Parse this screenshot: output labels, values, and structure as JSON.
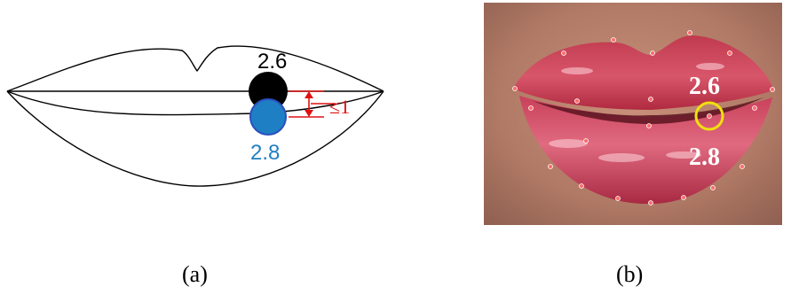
{
  "panel_a": {
    "caption": "(a)",
    "upper_point_label": "2.6",
    "lower_point_label": "2.8",
    "distance_label": "≤1",
    "colors": {
      "upper_point": "#000000",
      "lower_point": "#1f7fc4",
      "lower_point_outline": "#2a4fbf",
      "upper_label": "#000000",
      "lower_label": "#1f7fc4",
      "dimension": "#e01010",
      "outline": "#000000"
    }
  },
  "panel_b": {
    "caption": "(b)",
    "upper_point_label": "2.6",
    "lower_point_label": "2.8",
    "colors": {
      "label": "#ffffff",
      "highlight_circle": "#f0e010",
      "landmark_dot": "#ff6b6b"
    }
  }
}
